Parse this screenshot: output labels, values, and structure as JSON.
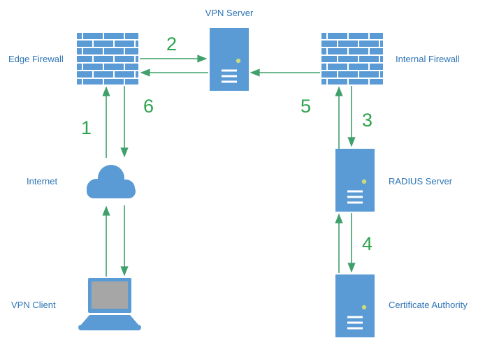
{
  "diagram_title": "",
  "colors": {
    "node_blue": "#5B9BD5",
    "label_blue": "#2E75B6",
    "arrow_green": "#3FA06B",
    "step_green": "#2CA34C"
  },
  "nodes": {
    "vpn_server": {
      "label": "VPN Server"
    },
    "edge_firewall": {
      "label": "Edge Firewall"
    },
    "internal_firewall": {
      "label": "Internal Firewall"
    },
    "internet": {
      "label": "Internet"
    },
    "radius_server": {
      "label": "RADIUS Server"
    },
    "vpn_client": {
      "label": "VPN Client"
    },
    "certificate_authority": {
      "label": "Certificate Authority"
    }
  },
  "steps": {
    "1": "1",
    "2": "2",
    "3": "3",
    "4": "4",
    "5": "5",
    "6": "6"
  }
}
